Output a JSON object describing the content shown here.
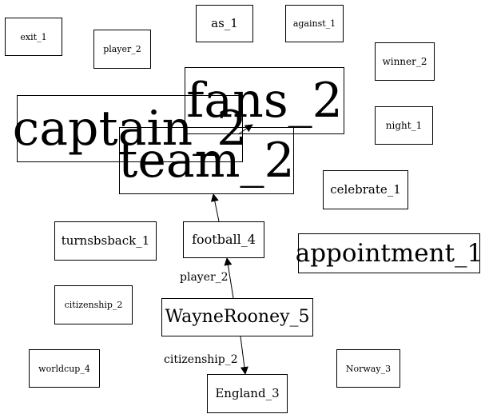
{
  "nodes": {
    "exit_1": "exit_1",
    "player_2": "player_2",
    "as_1": "as_1",
    "against_1": "against_1",
    "winner_2": "winner_2",
    "night_1": "night_1",
    "fans_2": "fans_2",
    "captain_2": "captain_2",
    "team_2": "team_2",
    "celebrate_1": "celebrate_1",
    "turnsbsback_1": "turnsbsback_1",
    "football_4": "football_4",
    "appointment_1": "appointment_1",
    "citizenship_2": "citizenship_2",
    "WayneRooney_5": "WayneRooney_5",
    "worldcup_4": "worldcup_4",
    "Norway_3": "Norway_3",
    "England_3": "England_3"
  },
  "edges": [
    {
      "from": "WayneRooney_5",
      "to": "football_4",
      "label": "player_2"
    },
    {
      "from": "WayneRooney_5",
      "to": "England_3",
      "label": "citizenship_2"
    },
    {
      "from": "football_4",
      "to": "team_2",
      "label": ""
    },
    {
      "from": "captain_2",
      "to": "fans_2",
      "label": ""
    }
  ]
}
